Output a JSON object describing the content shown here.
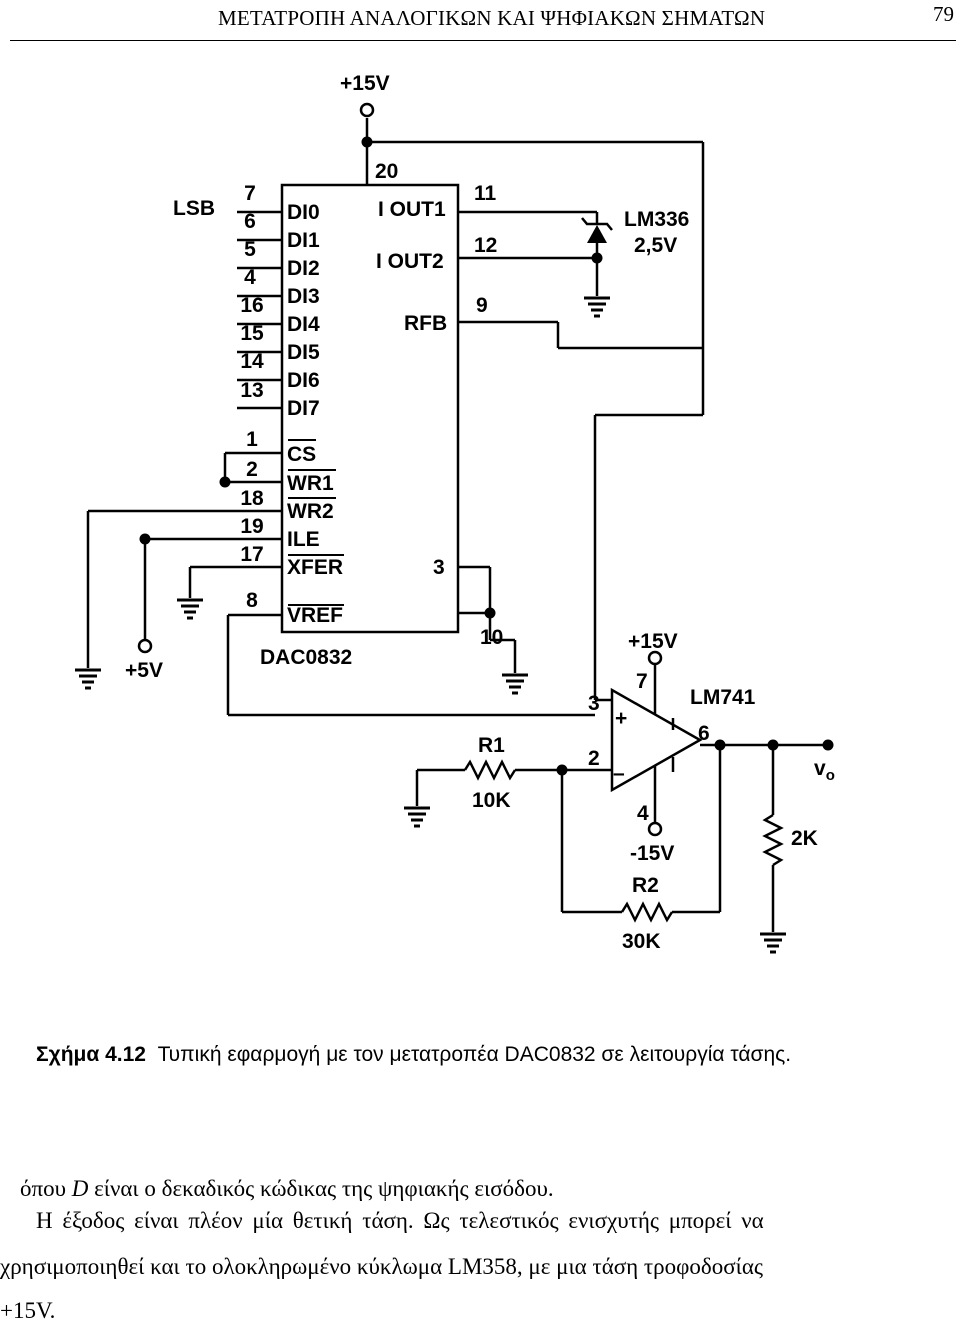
{
  "header": {
    "title": "ΜΕΤΑΤΡΟΠΗ ΑΝΑΛΟΓΙΚΩΝ ΚΑΙ ΨΗΦΙΑΚΩΝ ΣΗΜΑΤΩΝ",
    "page_number": "79"
  },
  "figure": {
    "supply_top": "+15V",
    "lsb": "LSB",
    "input_pins": [
      "7",
      "6",
      "5",
      "4",
      "16",
      "15",
      "14",
      "13"
    ],
    "data_inputs": [
      "DI0",
      "DI1",
      "DI2",
      "DI3",
      "DI4",
      "DI5",
      "DI6",
      "DI7"
    ],
    "control_pins": [
      "1",
      "2",
      "18",
      "19",
      "17"
    ],
    "control_inputs": [
      "CS",
      "WR1",
      "WR2",
      "ILE",
      "XFER"
    ],
    "vref_pin": "8",
    "vref_label": "VREF",
    "chip_name": "DAC0832",
    "pin_20": "20",
    "iout1_label": "I OUT1",
    "iout2_label": "I OUT2",
    "rfb_label": "RFB",
    "pin_11": "11",
    "pin_12": "12",
    "pin_9": "9",
    "pin_3_chip": "3",
    "pin_10": "10",
    "lm336": "LM336",
    "lm336_v": "2,5V",
    "plus5v": "+5V",
    "opamp_vplus": "+15V",
    "opamp_vminus": "-15V",
    "opamp_name": "LM741",
    "opamp_pin7": "7",
    "opamp_pin3": "3",
    "opamp_pin2": "2",
    "opamp_pin6": "6",
    "opamp_pin4": "4",
    "opamp_plus": "+",
    "opamp_minus": "–",
    "r1_name": "R1",
    "r1_value": "10K",
    "r2_name": "R2",
    "r2_value": "30K",
    "rl_value": "2K",
    "vo": "v",
    "vo_sub": "o"
  },
  "caption": {
    "label": "Σχήμα 4.12",
    "text": "Τυπική εφαρμογή με τον μετατροπέα DAC0832 σε λειτουργία τάσης."
  },
  "body": {
    "line1_a": "όπου ",
    "line1_var": "D",
    "line1_b": " είναι ο δεκαδικός κώδικας της ψηφιακής εισόδου.",
    "line2": "Η έξοδος είναι πλέον μία θετική τάση. Ως τελεστικός ενισχυτής μπορεί να",
    "line3": "χρησιμοποιηθεί και το ολοκληρωμένο κύκλωμα LM358, με μια τάση τροφοδοσίας",
    "line4": "+15V."
  }
}
